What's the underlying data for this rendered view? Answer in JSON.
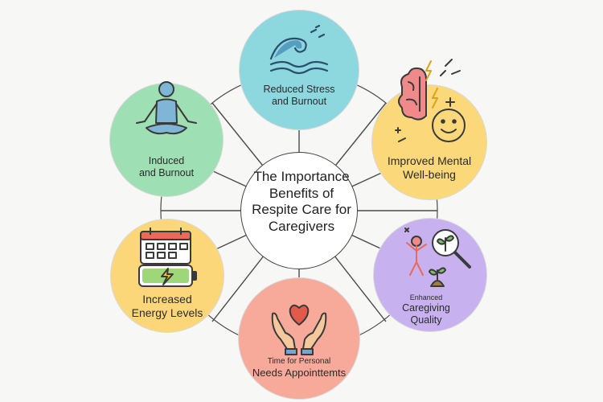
{
  "title_lines": [
    "The Importance",
    "Benefits of",
    "Respite Care for",
    "Caregivers"
  ],
  "nodes": {
    "top": {
      "lines": [
        "Reduced Stress",
        "and Burnout"
      ],
      "color": "#8dd7df"
    },
    "top_left": {
      "lines": [
        "Induced",
        "and Burnout"
      ],
      "color": "#9edfb3"
    },
    "top_right": {
      "lines": [
        "Improved Mental",
        "Well-being"
      ],
      "color": "#fbd97a"
    },
    "bottom_left": {
      "lines": [
        "Increased",
        "Energy Levels"
      ],
      "color": "#fcd77a"
    },
    "bottom_right": {
      "small": "Enhanced",
      "lines": [
        "Caregiving",
        "Quality"
      ],
      "color": "#c7b2ef"
    },
    "bottom": {
      "small": "Time for Personal",
      "lines": [
        "Needs Appointtemts"
      ],
      "color": "#f7a99a"
    }
  },
  "colors": {
    "line": "#4a4a4a",
    "icon_stroke": "#3a3a3a"
  },
  "icons": [
    "wave-icon",
    "meditation-person-icon",
    "brain-smiley-icon",
    "calendar-battery-icon",
    "person-plant-magnifier-icon",
    "hands-heart-icon"
  ]
}
